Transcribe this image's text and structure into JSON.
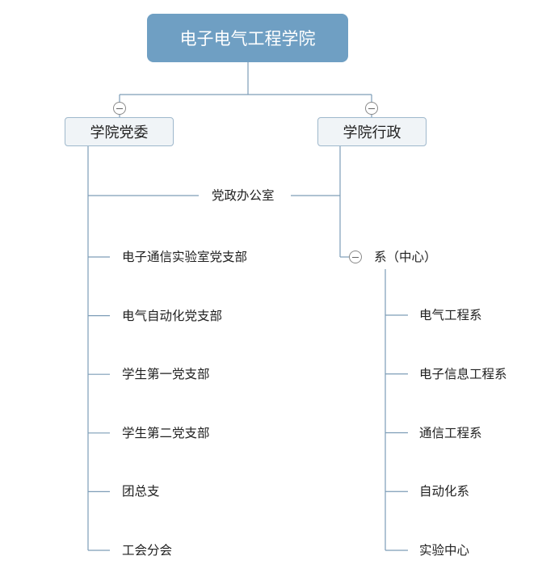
{
  "root": {
    "label": "电子电气工程学院"
  },
  "branches": {
    "party": {
      "label": "学院党委",
      "shared_child": "党政办公室",
      "children": [
        "电子通信实验室党支部",
        "电气自动化党支部",
        "学生第一党支部",
        "学生第二党支部",
        "团总支",
        "工会分会"
      ]
    },
    "admin": {
      "label": "学院行政",
      "dept_group": {
        "label": "系（中心）",
        "children": [
          "电气工程系",
          "电子信息工程系",
          "通信工程系",
          "自动化系",
          "实验中心"
        ]
      }
    }
  },
  "colors": {
    "root_fill": "#6f9fc3",
    "line": "#7d9db7",
    "branch_fill": "#f0f4f7",
    "branch_border": "#9fb8cc"
  },
  "icons": {
    "collapse": "circle-minus-icon"
  }
}
